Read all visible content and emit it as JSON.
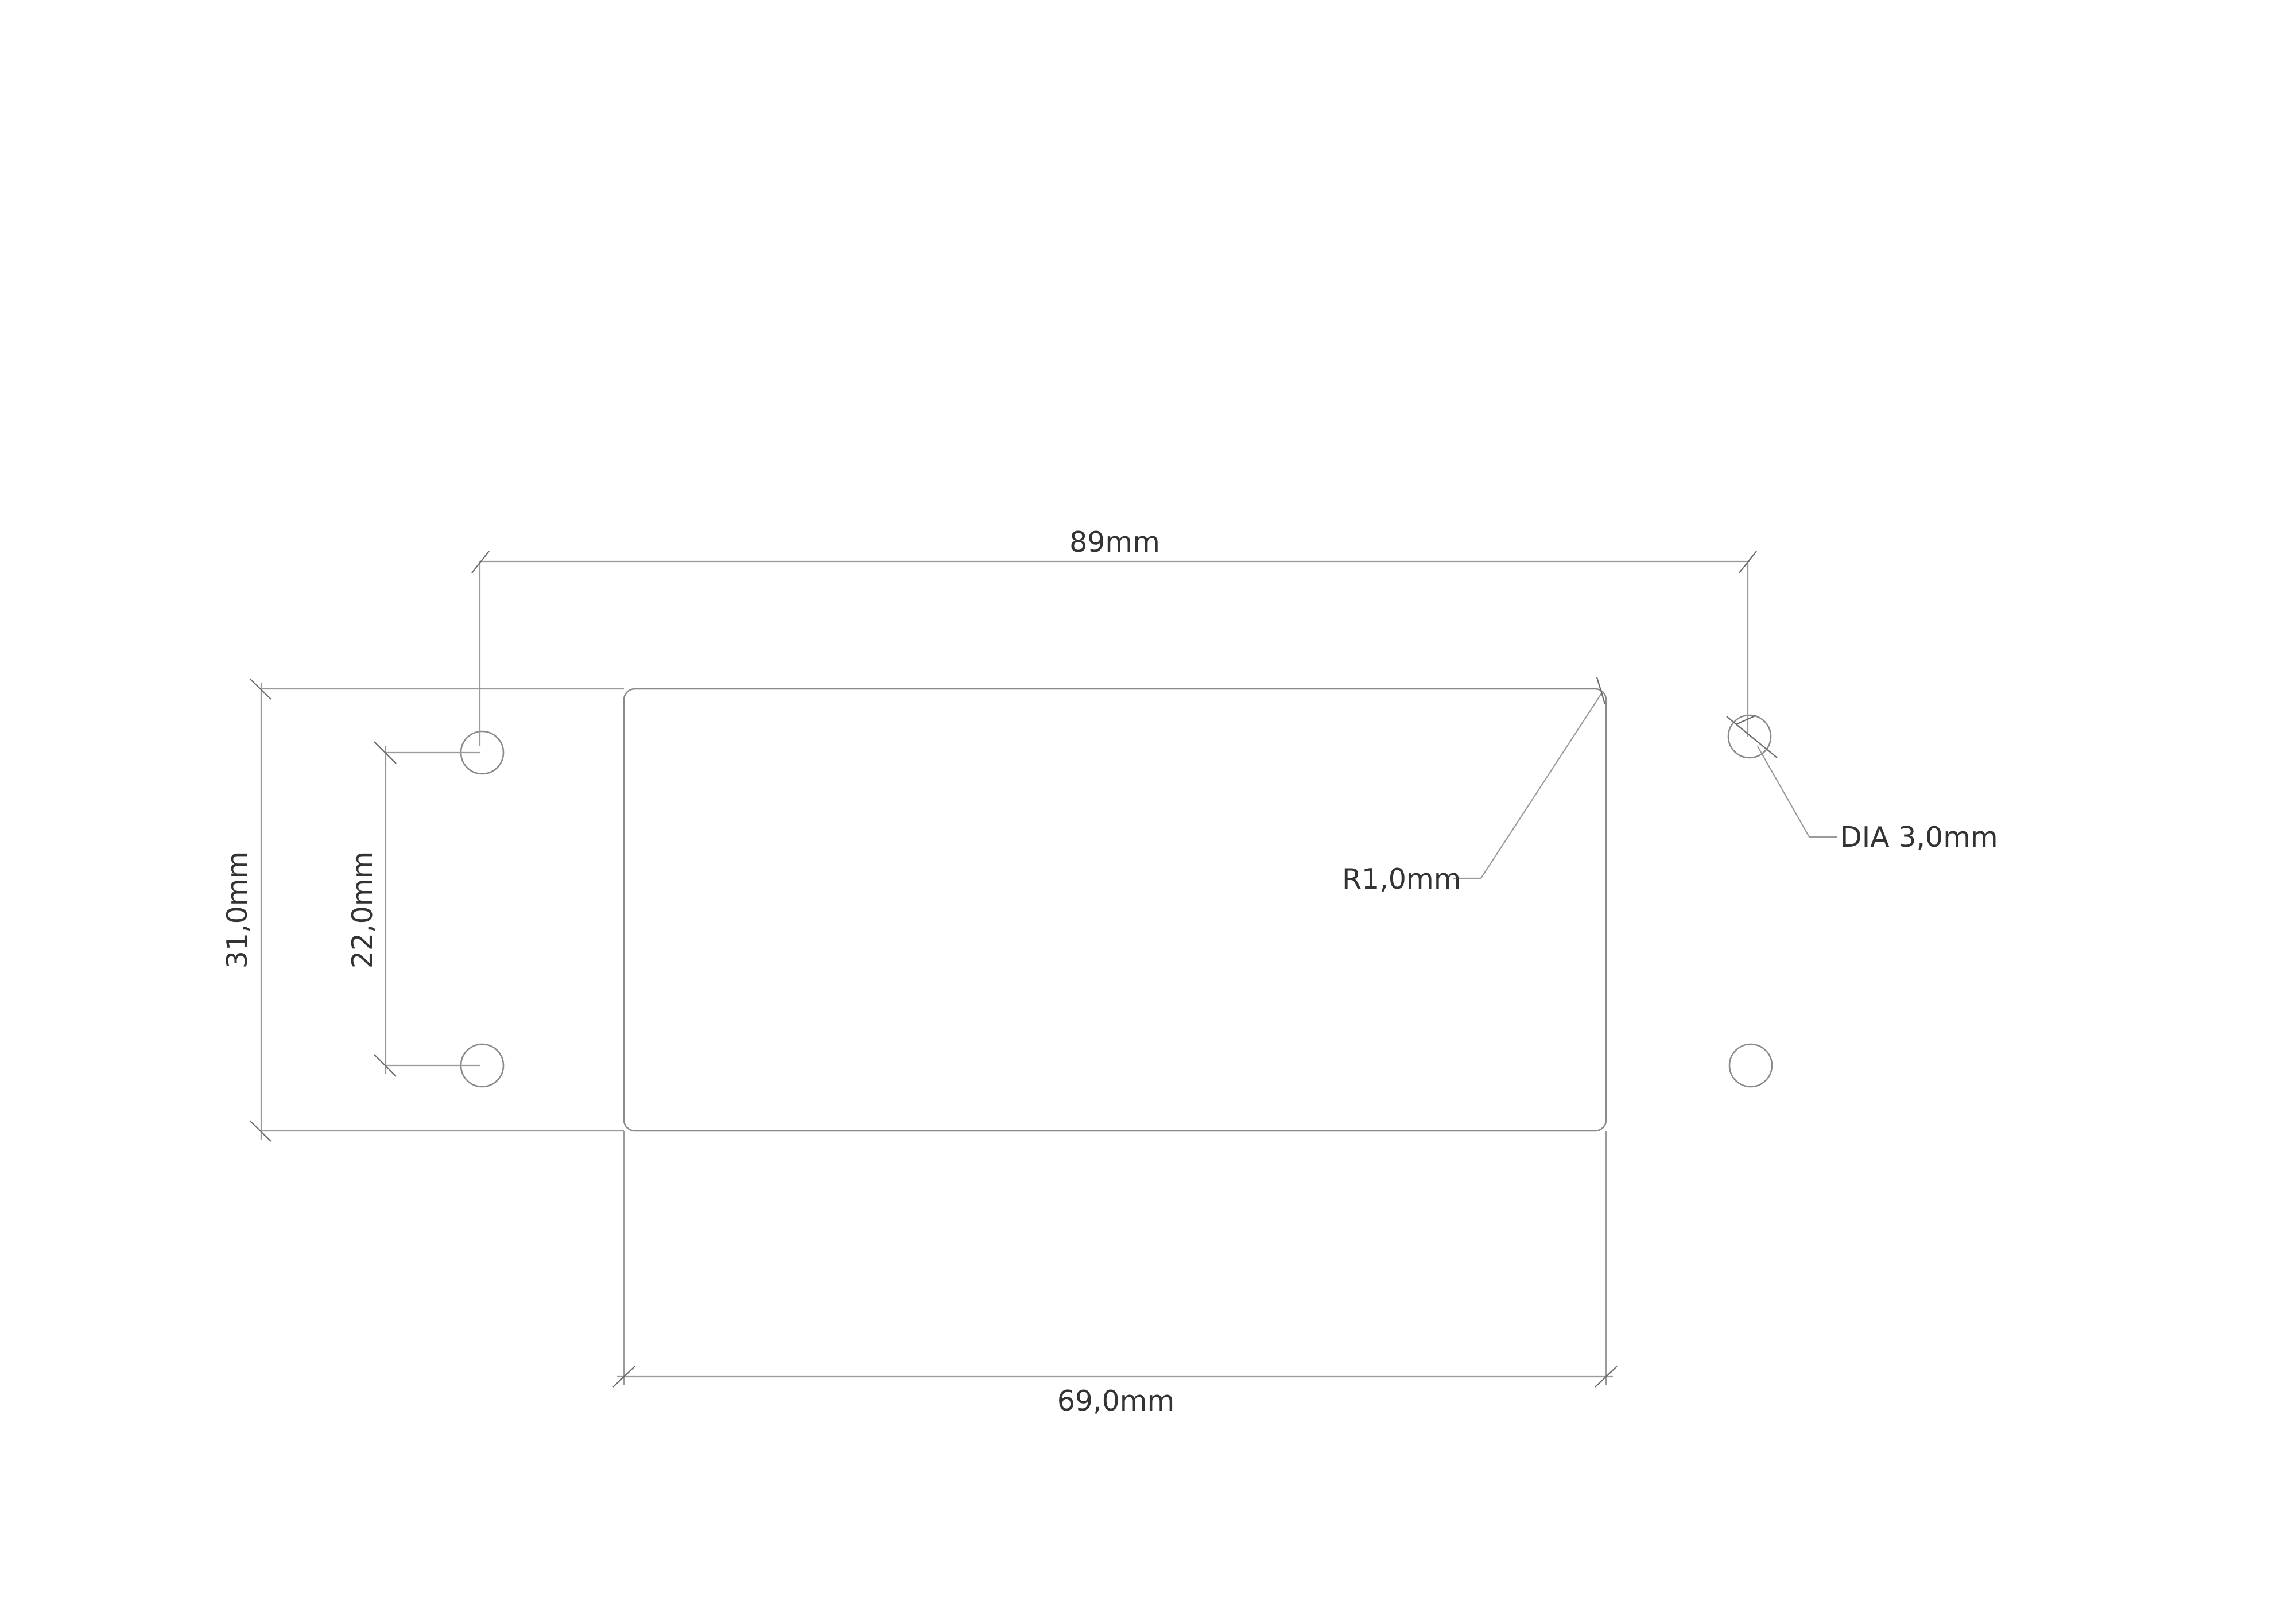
{
  "drawing": {
    "dimensions": {
      "overall_hole_spacing": "89mm",
      "cutout_width": "69,0mm",
      "plate_height": "31,0mm",
      "hole_vertical_spacing": "22,0mm"
    },
    "callouts": {
      "corner_radius": "R1,0mm",
      "hole_diameter": "DIA 3,0mm"
    }
  }
}
